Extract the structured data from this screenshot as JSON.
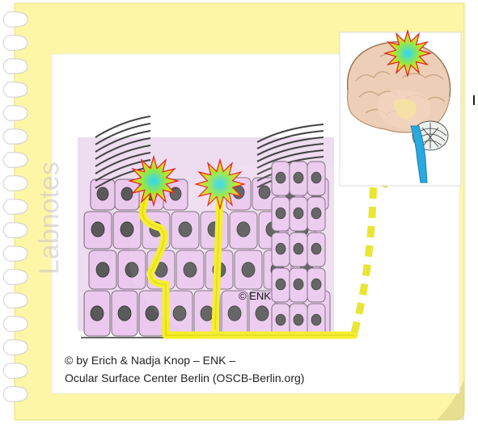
{
  "watermark": "Labnotes",
  "copyright_mark": "© ENK",
  "credit": {
    "line1": "© by Erich & Nadja Knop – ENK –",
    "line2": "Ocular Surface Center Berlin (OSCB-Berlin.org)"
  },
  "colors": {
    "note_paper": "#fdf6a7",
    "ring_binding": "#ffffff",
    "cell_fill": "#e7c6ea",
    "nucleus": "#555555",
    "nerve": "#f2ee22",
    "pain_burst": "#e8262a",
    "arrow": "#e6e024"
  },
  "icons": [
    "pain-burst-icon",
    "brain-illustration",
    "dashed-arrow-icon"
  ]
}
